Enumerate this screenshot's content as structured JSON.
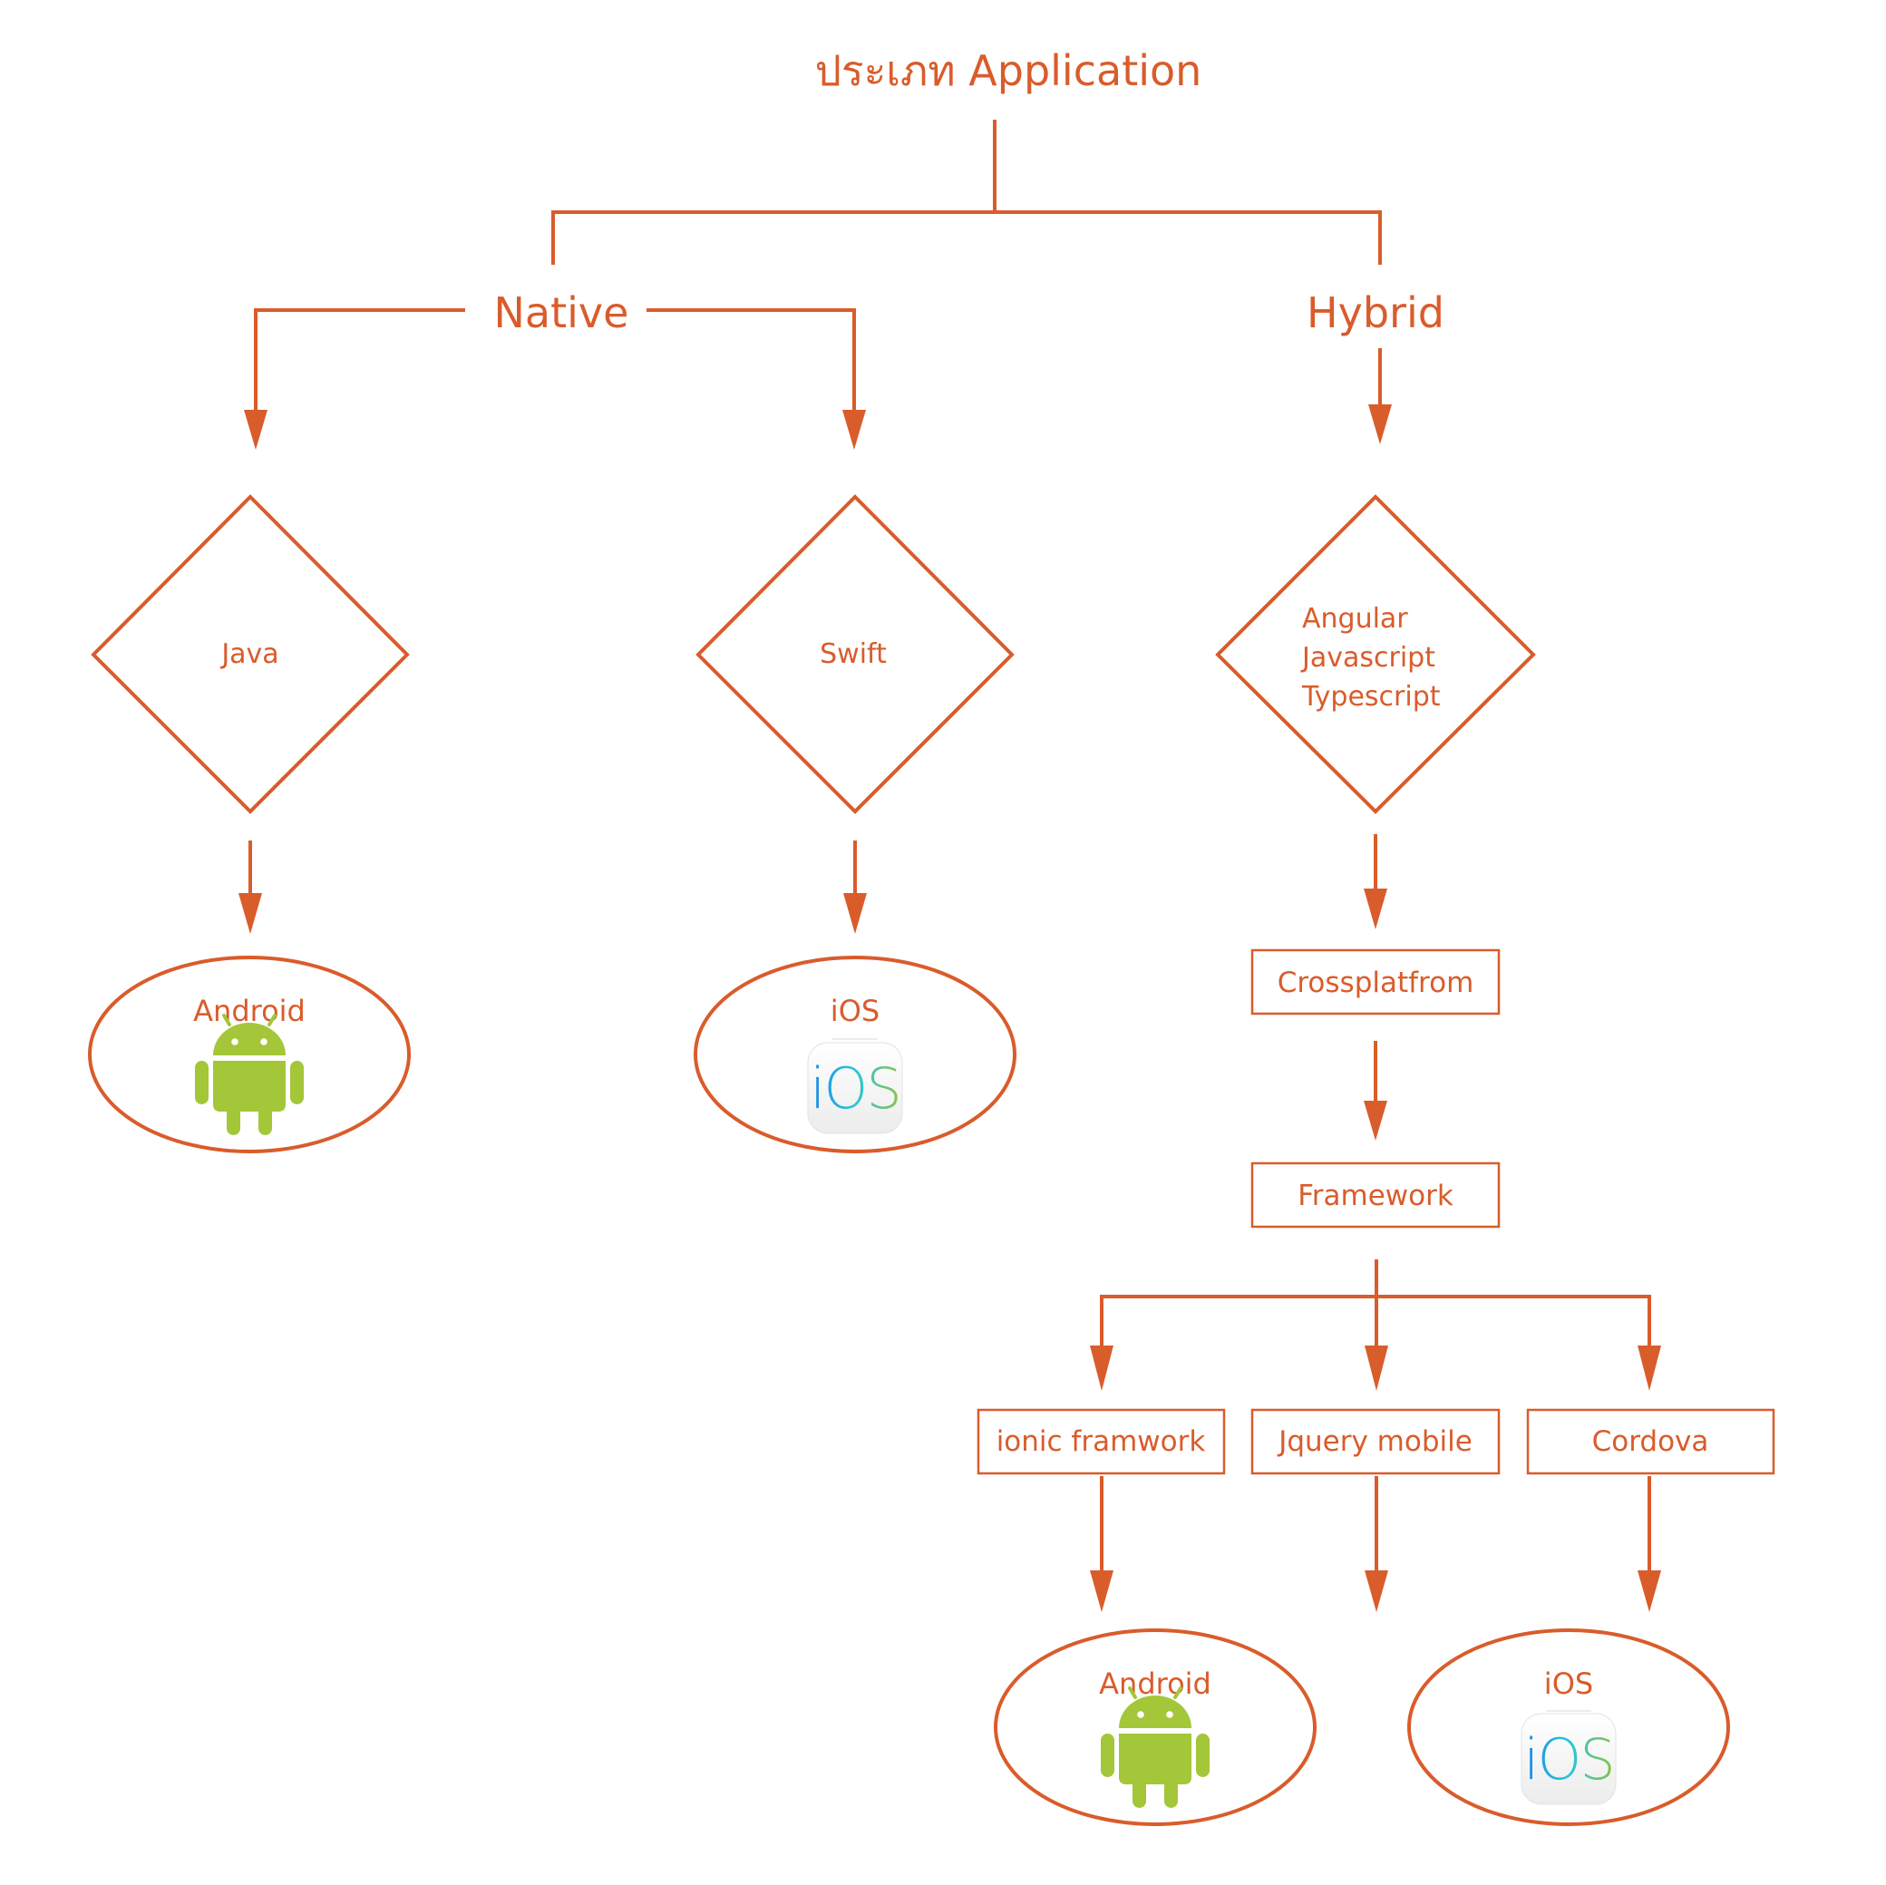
{
  "title": "ประเภท Application",
  "branches": {
    "native": {
      "label": "Native",
      "java": {
        "language": "Java",
        "platform": "Android",
        "icon": "android-robot-icon"
      },
      "swift": {
        "language": "Swift",
        "platform": "iOS",
        "icon": "ios-app-icon",
        "icon_text": "iOS"
      }
    },
    "hybrid": {
      "label": "Hybrid",
      "languages": [
        "Angular",
        "Javascript",
        "Typescript"
      ],
      "crossplatform": "Crossplatfrom",
      "framework": "Framework",
      "frameworks": [
        "ionic framwork",
        "Jquery mobile",
        "Cordova"
      ],
      "outputs": {
        "android": {
          "platform": "Android",
          "icon": "android-robot-icon"
        },
        "ios": {
          "platform": "iOS",
          "icon": "ios-app-icon",
          "icon_text": "iOS"
        }
      }
    }
  },
  "colors": {
    "accent": "#d95c2b",
    "android_green": "#a4c639",
    "ios_gradient": [
      "#1e88e5",
      "#26c6da",
      "#8bc34a"
    ]
  }
}
